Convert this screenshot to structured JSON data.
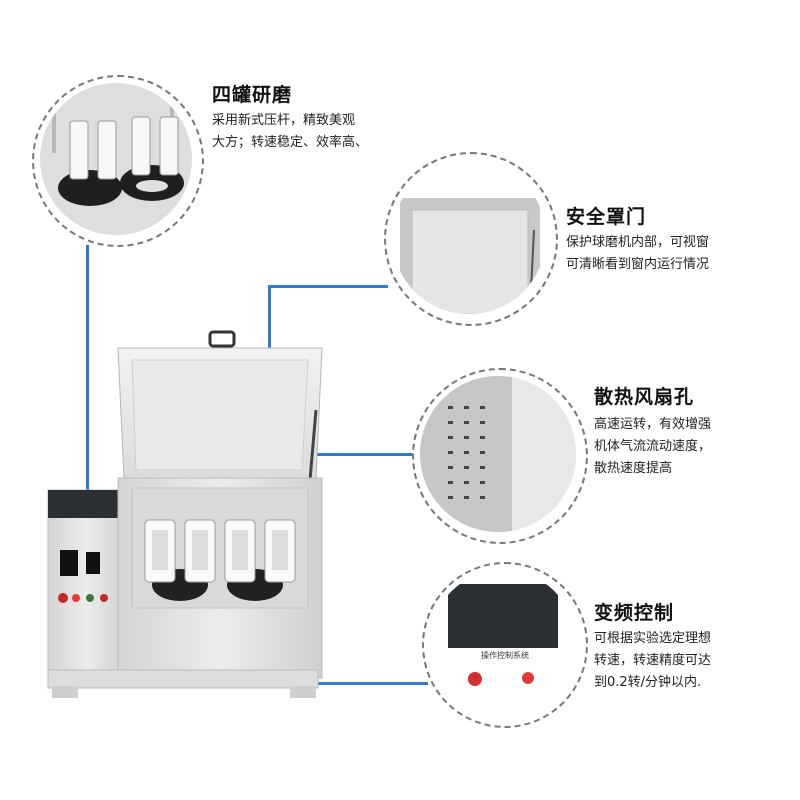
{
  "callouts": [
    {
      "title": "四罐研磨",
      "lines": [
        "采用新式压杆，精致美观",
        "大方；转速稳定、效率高、"
      ]
    },
    {
      "title": "安全罩门",
      "lines": [
        "保护球磨机内部，可视窗",
        "可清晰看到窗内运行情况"
      ]
    },
    {
      "title": "散热风扇孔",
      "lines": [
        "高速运转，有效增强",
        "机体气流流动速度，",
        "散热速度提高"
      ]
    },
    {
      "title": "变频控制",
      "lines": [
        "可根据实验选定理想",
        "转速，转速精度可达",
        "到0.2转/分钟以内."
      ]
    }
  ],
  "panel": {
    "header": "操作控制系统"
  },
  "colors": {
    "accent": "#2e78d8",
    "machine_body": "#e6e6e6",
    "panel_top": "#2c2f33"
  }
}
